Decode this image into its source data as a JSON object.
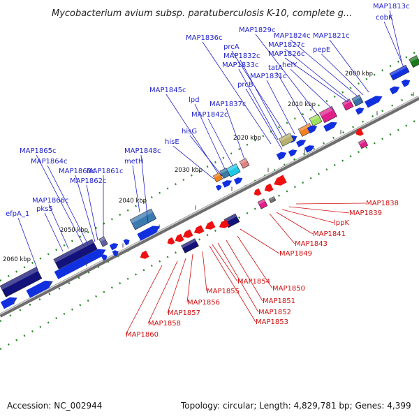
{
  "title": "Mycobacterium avium subsp. paratuberculosis K-10, complete g...",
  "accession": "Accession: NC_002944",
  "summary": "Topology: circular; Length: 4,829,781 bp; Genes: 4,399",
  "scale_labels": [
    "2000 kbp",
    "2010 kbp",
    "2020 kbp",
    "2030 kbp",
    "2040 kbp",
    "2050 kbp",
    "2060 kbp"
  ],
  "forward_labels": [
    "MAP1813c",
    "cobK",
    "MAP1821c",
    "pepE",
    "MAP1824c",
    "MAP1827c",
    "MAP1826c",
    "helY",
    "MAP1829c",
    "tatA",
    "MAP1831c",
    "prcA",
    "MAP1832c",
    "MAP1833c",
    "prcB",
    "MAP1836c",
    "MAP1837c",
    "MAP1842c",
    "lpd",
    "MAP1845c",
    "hisG",
    "hisE",
    "MAP1848c",
    "metH",
    "MAP1861c",
    "MAP1862c",
    "MAP1863c",
    "MAP1864c",
    "MAP1865c",
    "MAP1866c",
    "pks5",
    "efpA_1"
  ],
  "reverse_labels": [
    "MAP1838",
    "MAP1839",
    "lppK",
    "MAP1841",
    "MAP1843",
    "MAP1849",
    "MAP1850",
    "MAP1851",
    "MAP1852",
    "MAP1853",
    "MAP1854",
    "MAP1855",
    "MAP1856",
    "MAP1857",
    "MAP1858",
    "MAP1860"
  ],
  "colors": {
    "backbone": "#888888",
    "forward_cds": "#0000ee",
    "reverse_cds": "#ee0000",
    "forward_label": "#1f1fc8",
    "reverse_label": "#d01010",
    "gc_dots": "#228b22"
  }
}
